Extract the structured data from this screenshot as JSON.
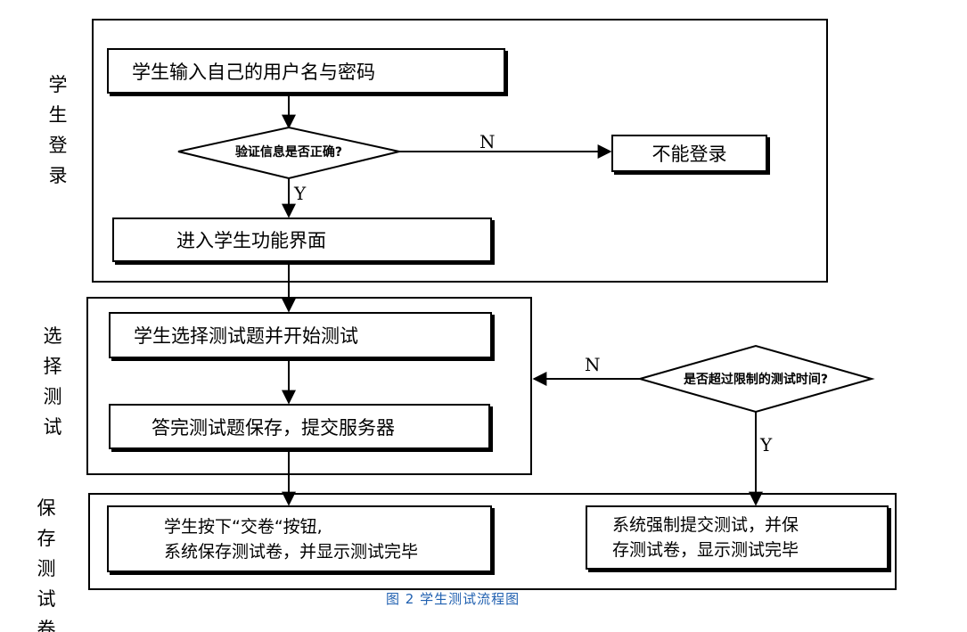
{
  "sections": {
    "login": "学\n生\n登\n录",
    "select": "选\n择\n测\n试",
    "save": "保\n存\n测\n试\n卷"
  },
  "nodes": {
    "enter_credentials": "学生输入自己的用户名与密码",
    "verify": "验证信息是否正确?",
    "cannot_login": "不能登录",
    "enter_student_ui": "进入学生功能界面",
    "select_test": "学生选择测试题并开始测试",
    "finish_save": "答完测试题保存，提交服务器",
    "time_check": "是否超过限制的测试时间?",
    "submit_manual_line1": "学生按下“交卷“按钮,",
    "submit_manual_line2": "系统保存测试卷，并显示测试完毕",
    "submit_forced_line1": "系统强制提交测试，并保",
    "submit_forced_line2": "存测试卷，显示测试完毕"
  },
  "branch_labels": {
    "verify_no": "N",
    "verify_yes": "Y",
    "time_no": "N",
    "time_yes": "Y"
  },
  "caption": "图 2 学生测试流程图",
  "colors": {
    "line": "#000000",
    "caption": "#2060b0"
  }
}
